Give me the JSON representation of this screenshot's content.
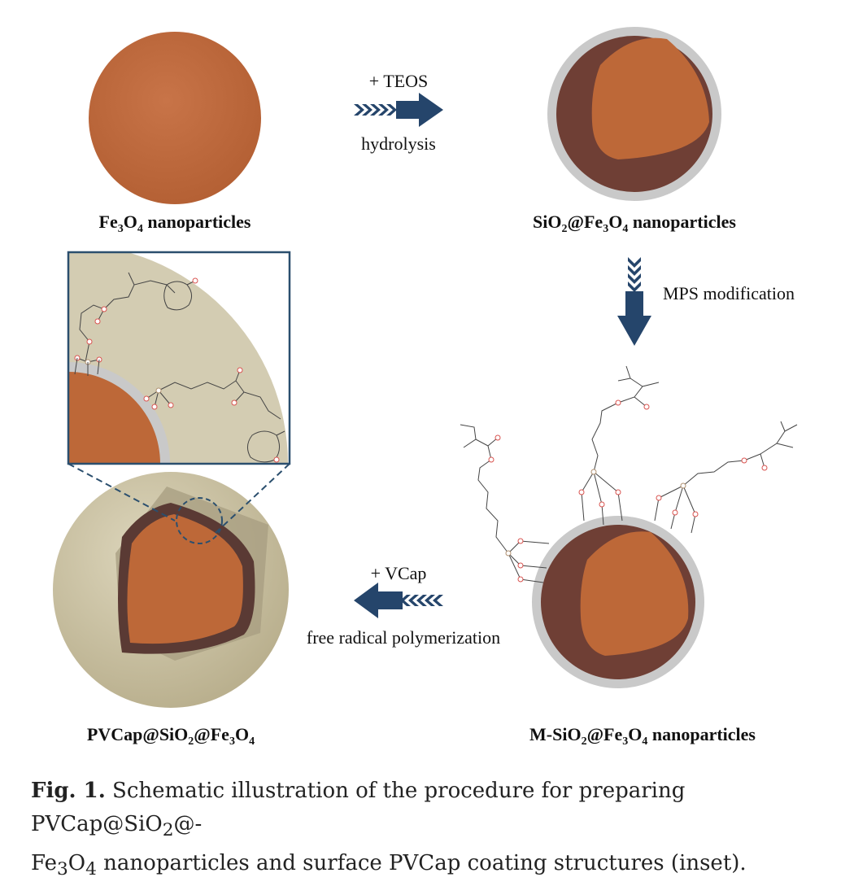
{
  "labels": {
    "fe3o4": [
      "Fe",
      "3",
      "O",
      "4",
      " nanoparticles"
    ],
    "sio2_fe3o4": [
      "SiO",
      "2",
      "@Fe",
      "3",
      "O",
      "4",
      " nanoparticles"
    ],
    "m_sio2_fe3o4": [
      "M-SiO",
      "2",
      "@Fe",
      "3",
      "O",
      "4",
      " nanoparticles"
    ],
    "pvcap": [
      "PVCap@SiO",
      "2",
      "@Fe",
      "3",
      "O",
      "4"
    ]
  },
  "steps": {
    "teos": "+ TEOS",
    "hydrolysis": "hydrolysis",
    "mps": "MPS modification",
    "vcap": "+ VCap",
    "radical": "free radical polymerization"
  },
  "caption": {
    "fig": "Fig. 1.",
    "line1": "Schematic illustration of the procedure for preparing PVCap@SiO",
    "sub1": "2",
    "line1b": "@-",
    "line2a": "Fe",
    "sub2": "3",
    "line2b": "O",
    "sub3": "4",
    "line2c": " nanoparticles and surface PVCap coating structures (inset)."
  },
  "colors": {
    "core": "#c0693a",
    "shell": "#c8c8c8",
    "dark_core": "#6e3d33",
    "pvcap": "#d4ccb0",
    "arrow": "#25456b"
  }
}
